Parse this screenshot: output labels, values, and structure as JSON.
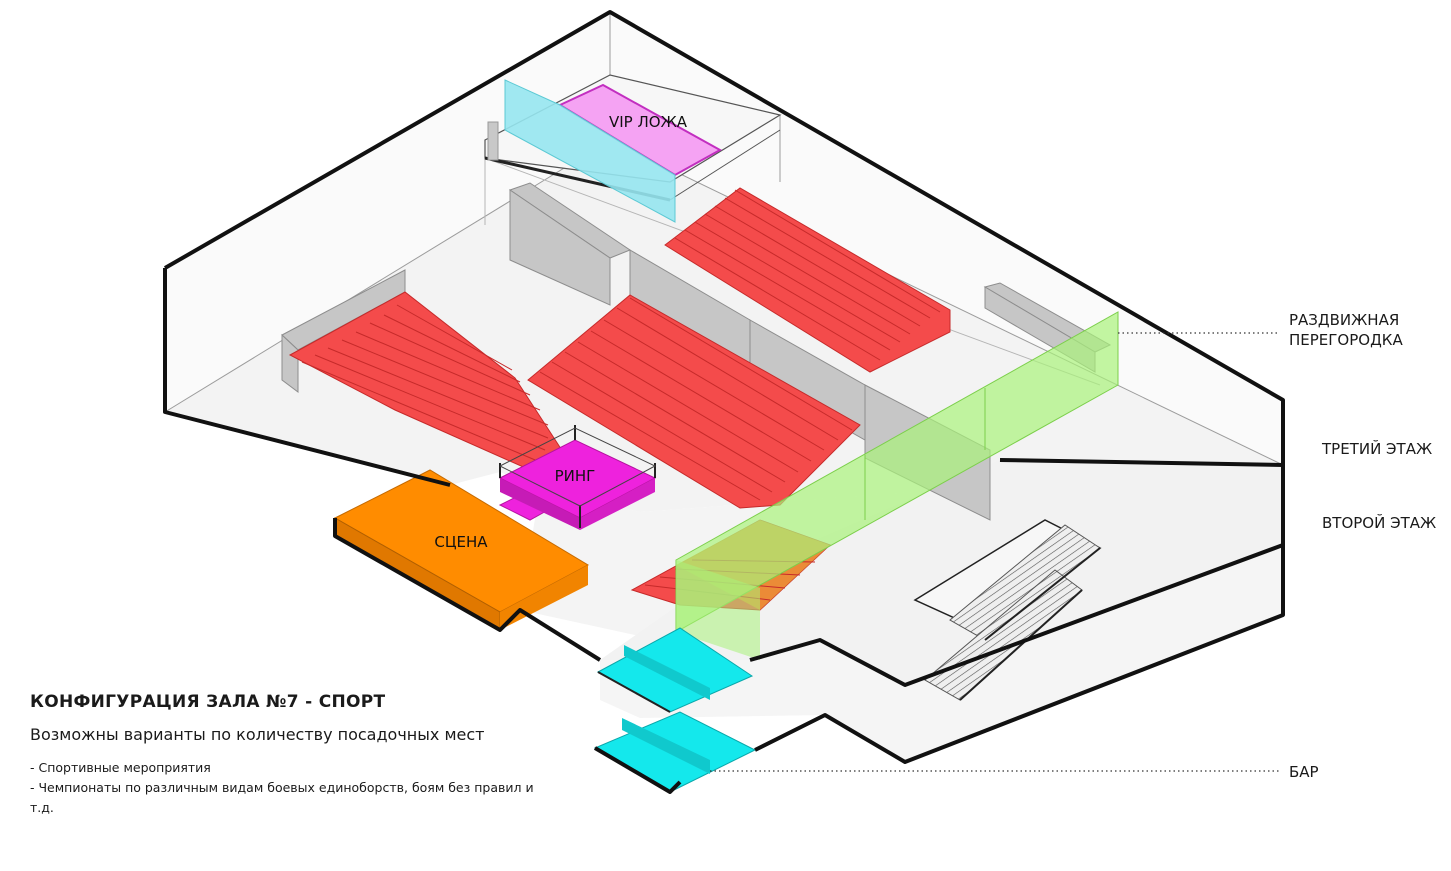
{
  "labels": {
    "vip": "VIP ЛОЖА",
    "ring": "РИНГ",
    "stage": "СЦЕНА"
  },
  "callouts": {
    "partition_line1": "РАЗДВИЖНАЯ",
    "partition_line2": "ПЕРЕГОРОДКА",
    "third_floor": "ТРЕТИЙ ЭТАЖ",
    "second_floor": "ВТОРОЙ ЭТАЖ",
    "bar": "БАР"
  },
  "legend": {
    "title": "КОНФИГУРАЦИЯ ЗАЛА №7 - СПОРТ",
    "subtitle": "Возможны варианты по количеству посадочных мест",
    "items": [
      "Спортивные мероприятия",
      "Чемпионаты по различным видам боевых единоборств, боям без правил и т.д."
    ]
  },
  "colors": {
    "seating": "#f44b4b",
    "seating_edge": "#c62a2a",
    "vip": "#f5a3f3",
    "ring": "#ee22dd",
    "stage": "#ff8c00",
    "partition": "#a9f27a",
    "glass": "#96e6ef",
    "bar": "#14e8ec",
    "wall": "#c9c9c9",
    "floor": "#f2f2f2"
  }
}
